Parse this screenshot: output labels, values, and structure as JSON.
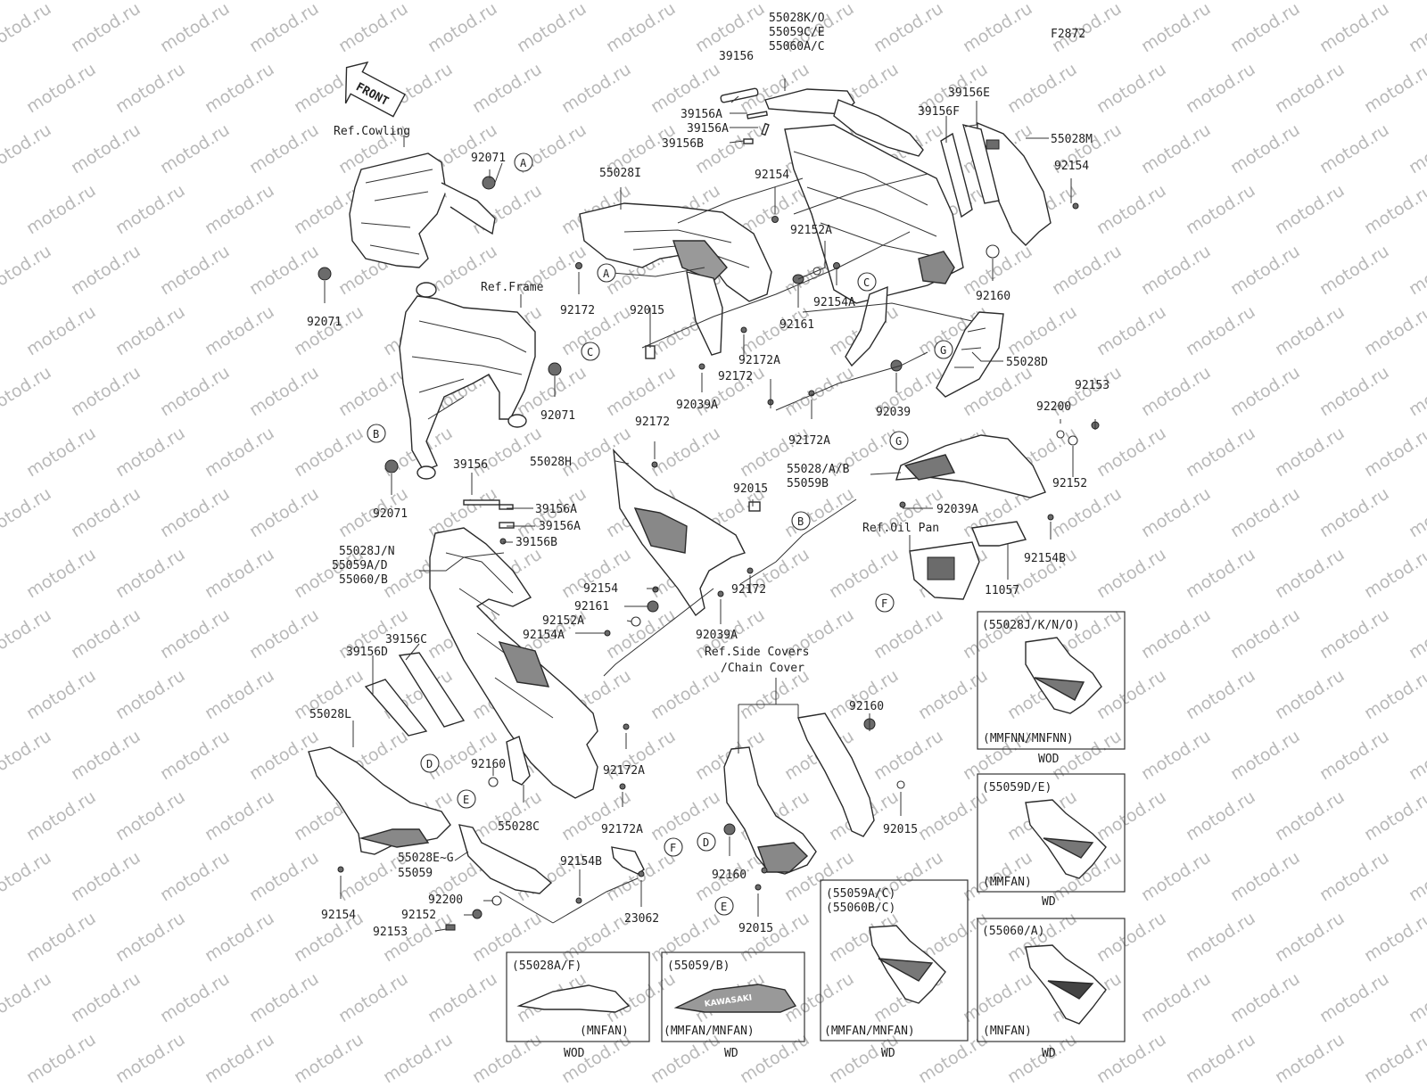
{
  "figure_code": "F2872",
  "front_arrow": "FRONT",
  "watermark": "motod.ru",
  "refs": {
    "cowling": "Ref.Cowling",
    "frame": "Ref.Frame",
    "oil_pan": "Ref.Oil Pan",
    "side_covers_1": "Ref.Side Covers",
    "side_covers_2": "/Chain Cover"
  },
  "labels": [
    {
      "id": "l1",
      "text": "55028K/O"
    },
    {
      "id": "l2",
      "text": "55059C/E"
    },
    {
      "id": "l3",
      "text": "55060A/C"
    },
    {
      "id": "l4",
      "text": "39156"
    },
    {
      "id": "l5",
      "text": "39156E"
    },
    {
      "id": "l6",
      "text": "39156F"
    },
    {
      "id": "l7",
      "text": "39156A"
    },
    {
      "id": "l8",
      "text": "39156A"
    },
    {
      "id": "l9",
      "text": "39156B"
    },
    {
      "id": "l10",
      "text": "55028M"
    },
    {
      "id": "l11",
      "text": "92154"
    },
    {
      "id": "l12",
      "text": "55028I"
    },
    {
      "id": "l13",
      "text": "92154"
    },
    {
      "id": "l14",
      "text": "92071"
    },
    {
      "id": "l15",
      "text": "92071"
    },
    {
      "id": "l16",
      "text": "92152A"
    },
    {
      "id": "l17",
      "text": "92154A"
    },
    {
      "id": "l18",
      "text": "92160"
    },
    {
      "id": "l19",
      "text": "92172"
    },
    {
      "id": "l20",
      "text": "92015"
    },
    {
      "id": "l21",
      "text": "92161"
    },
    {
      "id": "l22",
      "text": "92172"
    },
    {
      "id": "l23",
      "text": "92172A"
    },
    {
      "id": "l24",
      "text": "55028D"
    },
    {
      "id": "l25",
      "text": "92039A"
    },
    {
      "id": "l26",
      "text": "92071"
    },
    {
      "id": "l27",
      "text": "92039"
    },
    {
      "id": "l28",
      "text": "92153"
    },
    {
      "id": "l29",
      "text": "92172A"
    },
    {
      "id": "l30",
      "text": "92200"
    },
    {
      "id": "l31",
      "text": "92172"
    },
    {
      "id": "l32",
      "text": "55028H"
    },
    {
      "id": "l33",
      "text": "39156"
    },
    {
      "id": "l34",
      "text": "55028/A/B"
    },
    {
      "id": "l35",
      "text": "55059B"
    },
    {
      "id": "l36",
      "text": "92152"
    },
    {
      "id": "l37",
      "text": "92071"
    },
    {
      "id": "l38",
      "text": "92015"
    },
    {
      "id": "l39",
      "text": "39156A"
    },
    {
      "id": "l40",
      "text": "92039A"
    },
    {
      "id": "l41",
      "text": "39156A"
    },
    {
      "id": "l42",
      "text": "39156B"
    },
    {
      "id": "l43",
      "text": "92154B"
    },
    {
      "id": "l44",
      "text": "55028J/N"
    },
    {
      "id": "l45",
      "text": "55059A/D"
    },
    {
      "id": "l46",
      "text": "55060/B"
    },
    {
      "id": "l47",
      "text": "92154"
    },
    {
      "id": "l48",
      "text": "11057"
    },
    {
      "id": "l49",
      "text": "92161"
    },
    {
      "id": "l50",
      "text": "92172"
    },
    {
      "id": "l51",
      "text": "92152A"
    },
    {
      "id": "l52",
      "text": "92154A"
    },
    {
      "id": "l53",
      "text": "92039A"
    },
    {
      "id": "l54",
      "text": "39156C"
    },
    {
      "id": "l55",
      "text": "39156D"
    },
    {
      "id": "l56",
      "text": "92160"
    },
    {
      "id": "l57",
      "text": "55028L"
    },
    {
      "id": "l58",
      "text": "92172A"
    },
    {
      "id": "l59",
      "text": "92160"
    },
    {
      "id": "l60",
      "text": "55028C"
    },
    {
      "id": "l61",
      "text": "92172A"
    },
    {
      "id": "l62",
      "text": "92015"
    },
    {
      "id": "l63",
      "text": "55028E~G"
    },
    {
      "id": "l64",
      "text": "55059"
    },
    {
      "id": "l65",
      "text": "92154B"
    },
    {
      "id": "l66",
      "text": "92160"
    },
    {
      "id": "l67",
      "text": "92200"
    },
    {
      "id": "l68",
      "text": "92152"
    },
    {
      "id": "l69",
      "text": "23062"
    },
    {
      "id": "l70",
      "text": "92154"
    },
    {
      "id": "l71",
      "text": "92015"
    },
    {
      "id": "l72",
      "text": "92153"
    }
  ],
  "circle_refs": [
    "A",
    "A",
    "C",
    "C",
    "B",
    "B",
    "G",
    "G",
    "D",
    "D",
    "E",
    "E",
    "F",
    "F"
  ],
  "variant_boxes": [
    {
      "top": "(55028J/K/N/O)",
      "bottom": "(MMFNN/MNFNN)",
      "caption": "WOD"
    },
    {
      "top": "(55059D/E)",
      "bottom": "(MMFAN)",
      "caption": "WD"
    },
    {
      "top": "(55059A/C)",
      "top2": "(55060B/C)",
      "bottom": "(MMFAN/MNFAN)",
      "caption": "WD"
    },
    {
      "top": "(55060/A)",
      "bottom": "(MNFAN)",
      "caption": "WD"
    },
    {
      "top": "(55028A/F)",
      "bottom": "(MNFAN)",
      "caption": "WOD"
    },
    {
      "top": "(55059/B)",
      "bottom": "(MMFAN/MNFAN)",
      "caption": "WD",
      "decal": "KAWASAKI"
    }
  ]
}
